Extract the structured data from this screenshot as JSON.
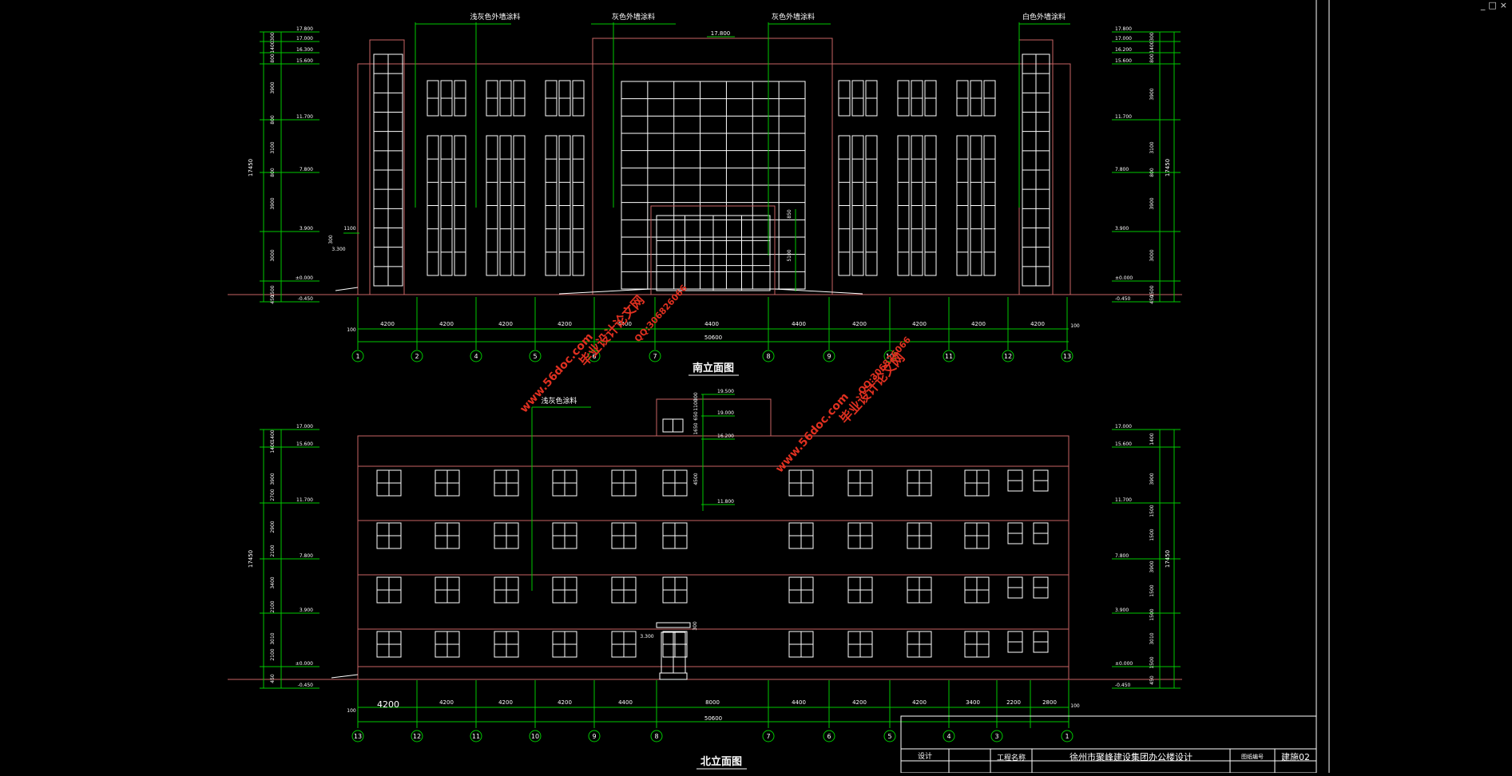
{
  "window": {
    "controls": [
      "_",
      "□",
      "×"
    ]
  },
  "colors": {
    "background": "#000000",
    "outline": "#c86464",
    "window_frame": "#ffffff",
    "dimension": "#00c800",
    "text": "#ffffff",
    "watermark": "#e03020"
  },
  "south_elevation": {
    "title": "南立面图",
    "callouts": [
      "浅灰色外墙涂料",
      "灰色外墙涂料",
      "灰色外墙涂料",
      "白色外墙涂料"
    ],
    "top_level": "17.800",
    "bay_dims": [
      "4200",
      "4200",
      "4200",
      "4200",
      "4400",
      "4400",
      "4400",
      "4200",
      "4200",
      "4200",
      "4200"
    ],
    "edge_dims": [
      "100",
      "100"
    ],
    "total_width": "50600",
    "axes": [
      "1",
      "2",
      "4",
      "5",
      "6",
      "7",
      "8",
      "9",
      "10",
      "11",
      "12",
      "13"
    ],
    "left_levels": [
      "17.800",
      "17.000",
      "16.300",
      "15.600",
      "11.700",
      "7.800",
      "3.900",
      "±0.000",
      "-0.450"
    ],
    "right_levels": [
      "17.800",
      "17.000",
      "16.200",
      "15.600",
      "11.700",
      "7.800",
      "3.900",
      "±0.000",
      "-0.450"
    ],
    "left_dims": [
      "300",
      "1400",
      "800",
      "3900",
      "800",
      "3100",
      "800",
      "3900",
      "3000",
      "1500",
      "450"
    ],
    "right_dims": [
      "300",
      "1400",
      "800",
      "3900",
      "3100",
      "800",
      "3900",
      "3000",
      "1500",
      "450"
    ],
    "total_height": "17450",
    "canopy_level": "3.300",
    "canopy_dims": [
      "1100",
      "300"
    ],
    "door_dims": [
      "850",
      "5100"
    ]
  },
  "north_elevation": {
    "title": "北立面图",
    "callout": "浅灰色涂料",
    "stair_levels": [
      "19.500",
      "19.000",
      "16.200",
      "11.800"
    ],
    "stair_dims": [
      "300",
      "1100",
      "650",
      "1650",
      "4500"
    ],
    "bay_dims": [
      "4200",
      "4200",
      "4200",
      "4200",
      "4400",
      "8000",
      "4400",
      "4200",
      "4200",
      "3400",
      "2200",
      "2800"
    ],
    "first_bay_label": "4200",
    "edge_dims": [
      "100",
      "100"
    ],
    "total_width": "50600",
    "axes": [
      "13",
      "12",
      "11",
      "10",
      "9",
      "8",
      "7",
      "6",
      "5",
      "4",
      "3",
      "1"
    ],
    "left_levels": [
      "17.000",
      "15.600",
      "11.700",
      "7.800",
      "3.900",
      "±0.000",
      "-0.450"
    ],
    "right_levels": [
      "17.000",
      "15.600",
      "11.700",
      "7.800",
      "3.900",
      "±0.000",
      "-0.450"
    ],
    "left_dims": [
      "1400",
      "1400",
      "3900",
      "2700",
      "2900",
      "2100",
      "3400",
      "2100",
      "3010",
      "2100",
      "450"
    ],
    "right_dims": [
      "1400",
      "3900",
      "1500",
      "1500",
      "3900",
      "1500",
      "1500",
      "3010",
      "1500",
      "450"
    ],
    "total_height": "17450",
    "entry_level": "3.300",
    "entry_dim": "300"
  },
  "watermarks": [
    "毕业设计论文网",
    "www.56doc.com",
    "QQ:306826066",
    "毕业设计论文网",
    "www.56doc.com",
    "QQ:306826066"
  ],
  "title_block": {
    "design_label": "设计",
    "project_label": "工程名称",
    "project_name": "徐州市聚峰建设集团办公楼设计",
    "drawing_no_label": "图纸编号",
    "sheet_label": "建施02"
  }
}
